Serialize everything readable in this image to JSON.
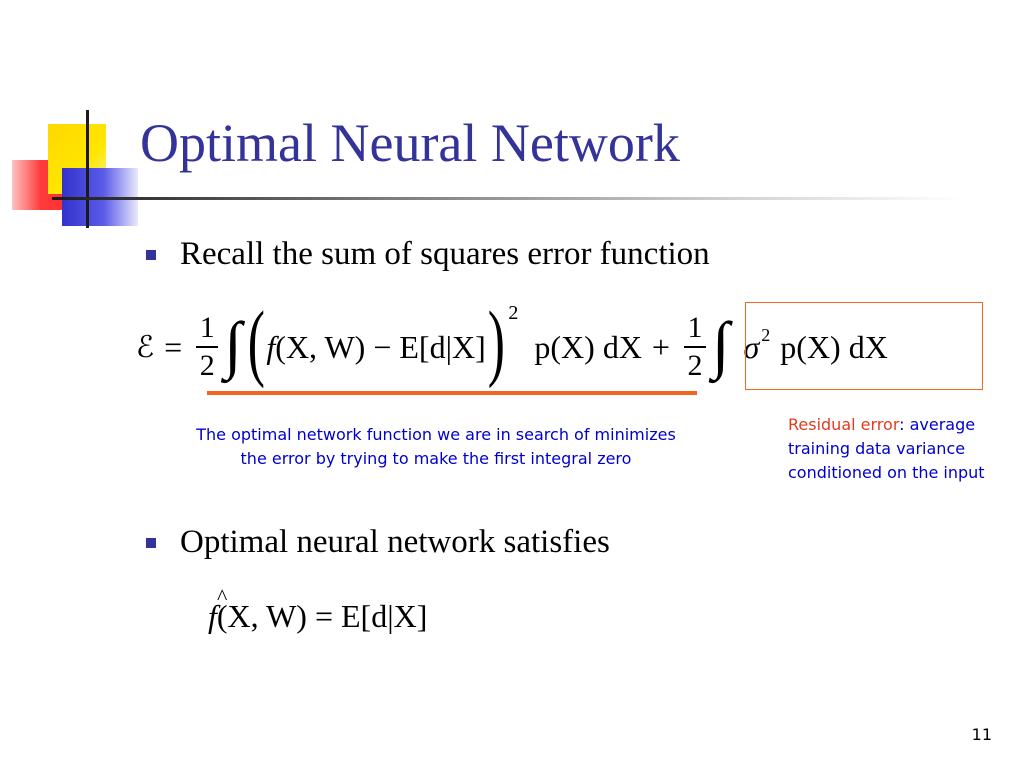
{
  "slide": {
    "title": "Optimal Neural Network",
    "bullets": [
      "Recall the sum of squares error function",
      "Optimal neural network satisfies"
    ],
    "equation": {
      "lhs": "ℰ",
      "eq": "=",
      "half_num": "1",
      "half_den": "2",
      "integral": "∫",
      "paren_open": "(",
      "paren_close": ")",
      "f_wx": "f",
      "args": "(X, W)",
      "minus": " − ",
      "expectation": "E[d|X]",
      "exp2": "2",
      "pdx": "p(X) dX",
      "plus": "+",
      "sigma": "σ",
      "sigma_exp": "2",
      "px2": "p(X) dX"
    },
    "notes": {
      "optimal_line1": "The optimal network function we are in search of minimizes",
      "optimal_line2": "the error by trying to make the first integral zero",
      "residual_label": "Residual error",
      "residual_colon": ":",
      "residual_rest": "average training data variance conditioned on the input"
    },
    "optimal_equation": {
      "f": "f",
      "hat": "^",
      "args": "(X, W)",
      "eq": " = ",
      "rhs": "E[d|X]"
    },
    "page_number": "11"
  },
  "colors": {
    "title": "#333399",
    "bullet": "#333399",
    "note_blue": "#0000cc",
    "note_red": "#e03c1e",
    "underline_orange": "#f26522"
  }
}
